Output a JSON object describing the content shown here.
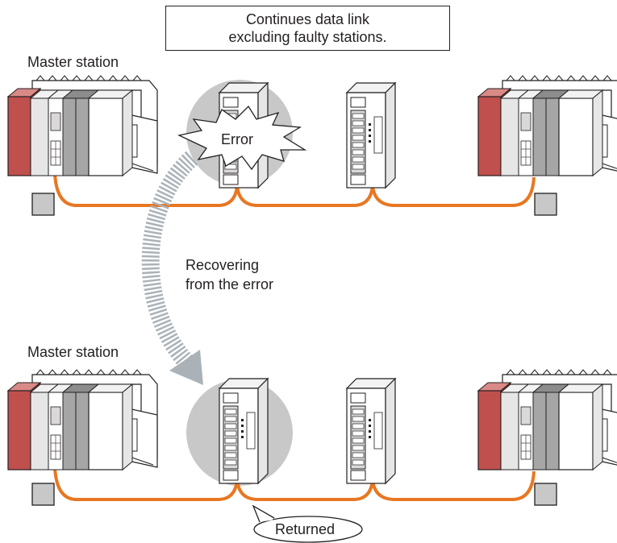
{
  "notice": {
    "line1": "Continues data link",
    "line2": "excluding faulty stations."
  },
  "top": {
    "master_label": "Master station",
    "error_label": "Error"
  },
  "transition": {
    "line1": "Recovering",
    "line2": "from the error"
  },
  "bottom": {
    "master_label": "Master station",
    "returned_label": "Returned"
  },
  "colors": {
    "cable": "#e87722",
    "plc_red": "#c0504d",
    "highlight": "#c8c8c8",
    "terminator": "#c8c8c8"
  }
}
